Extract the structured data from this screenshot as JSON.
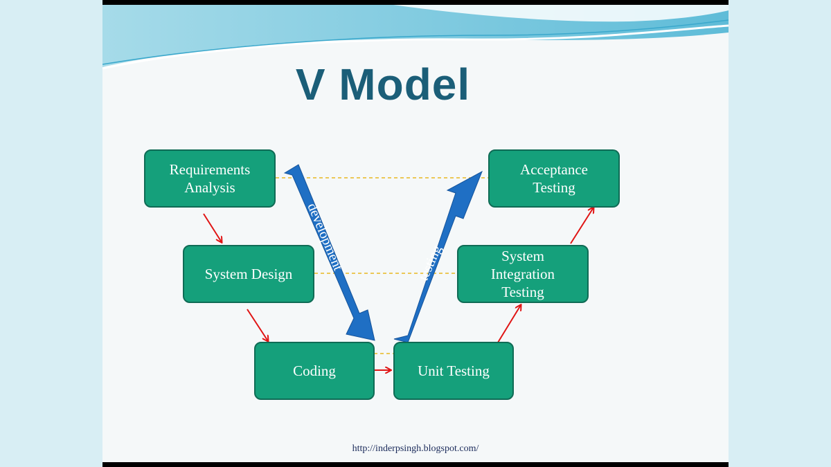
{
  "title": "V Model",
  "boxes": {
    "requirements_analysis": "Requirements\nAnalysis",
    "system_design": "System Design",
    "coding": "Coding",
    "unit_testing": "Unit Testing",
    "system_integration_testing": "System\nIntegration\nTesting",
    "acceptance_testing": "Acceptance\nTesting"
  },
  "arrows": {
    "development": "development",
    "testing": "testing"
  },
  "footer": "http://inderpsingh.blogspot.com/",
  "colors": {
    "box_fill": "#15a07b",
    "box_border": "#0f6b55",
    "big_arrow": "#1f6fc4",
    "flow_arrow": "#e01414",
    "dashed_link": "#e8b820",
    "title": "#1b5e78"
  }
}
